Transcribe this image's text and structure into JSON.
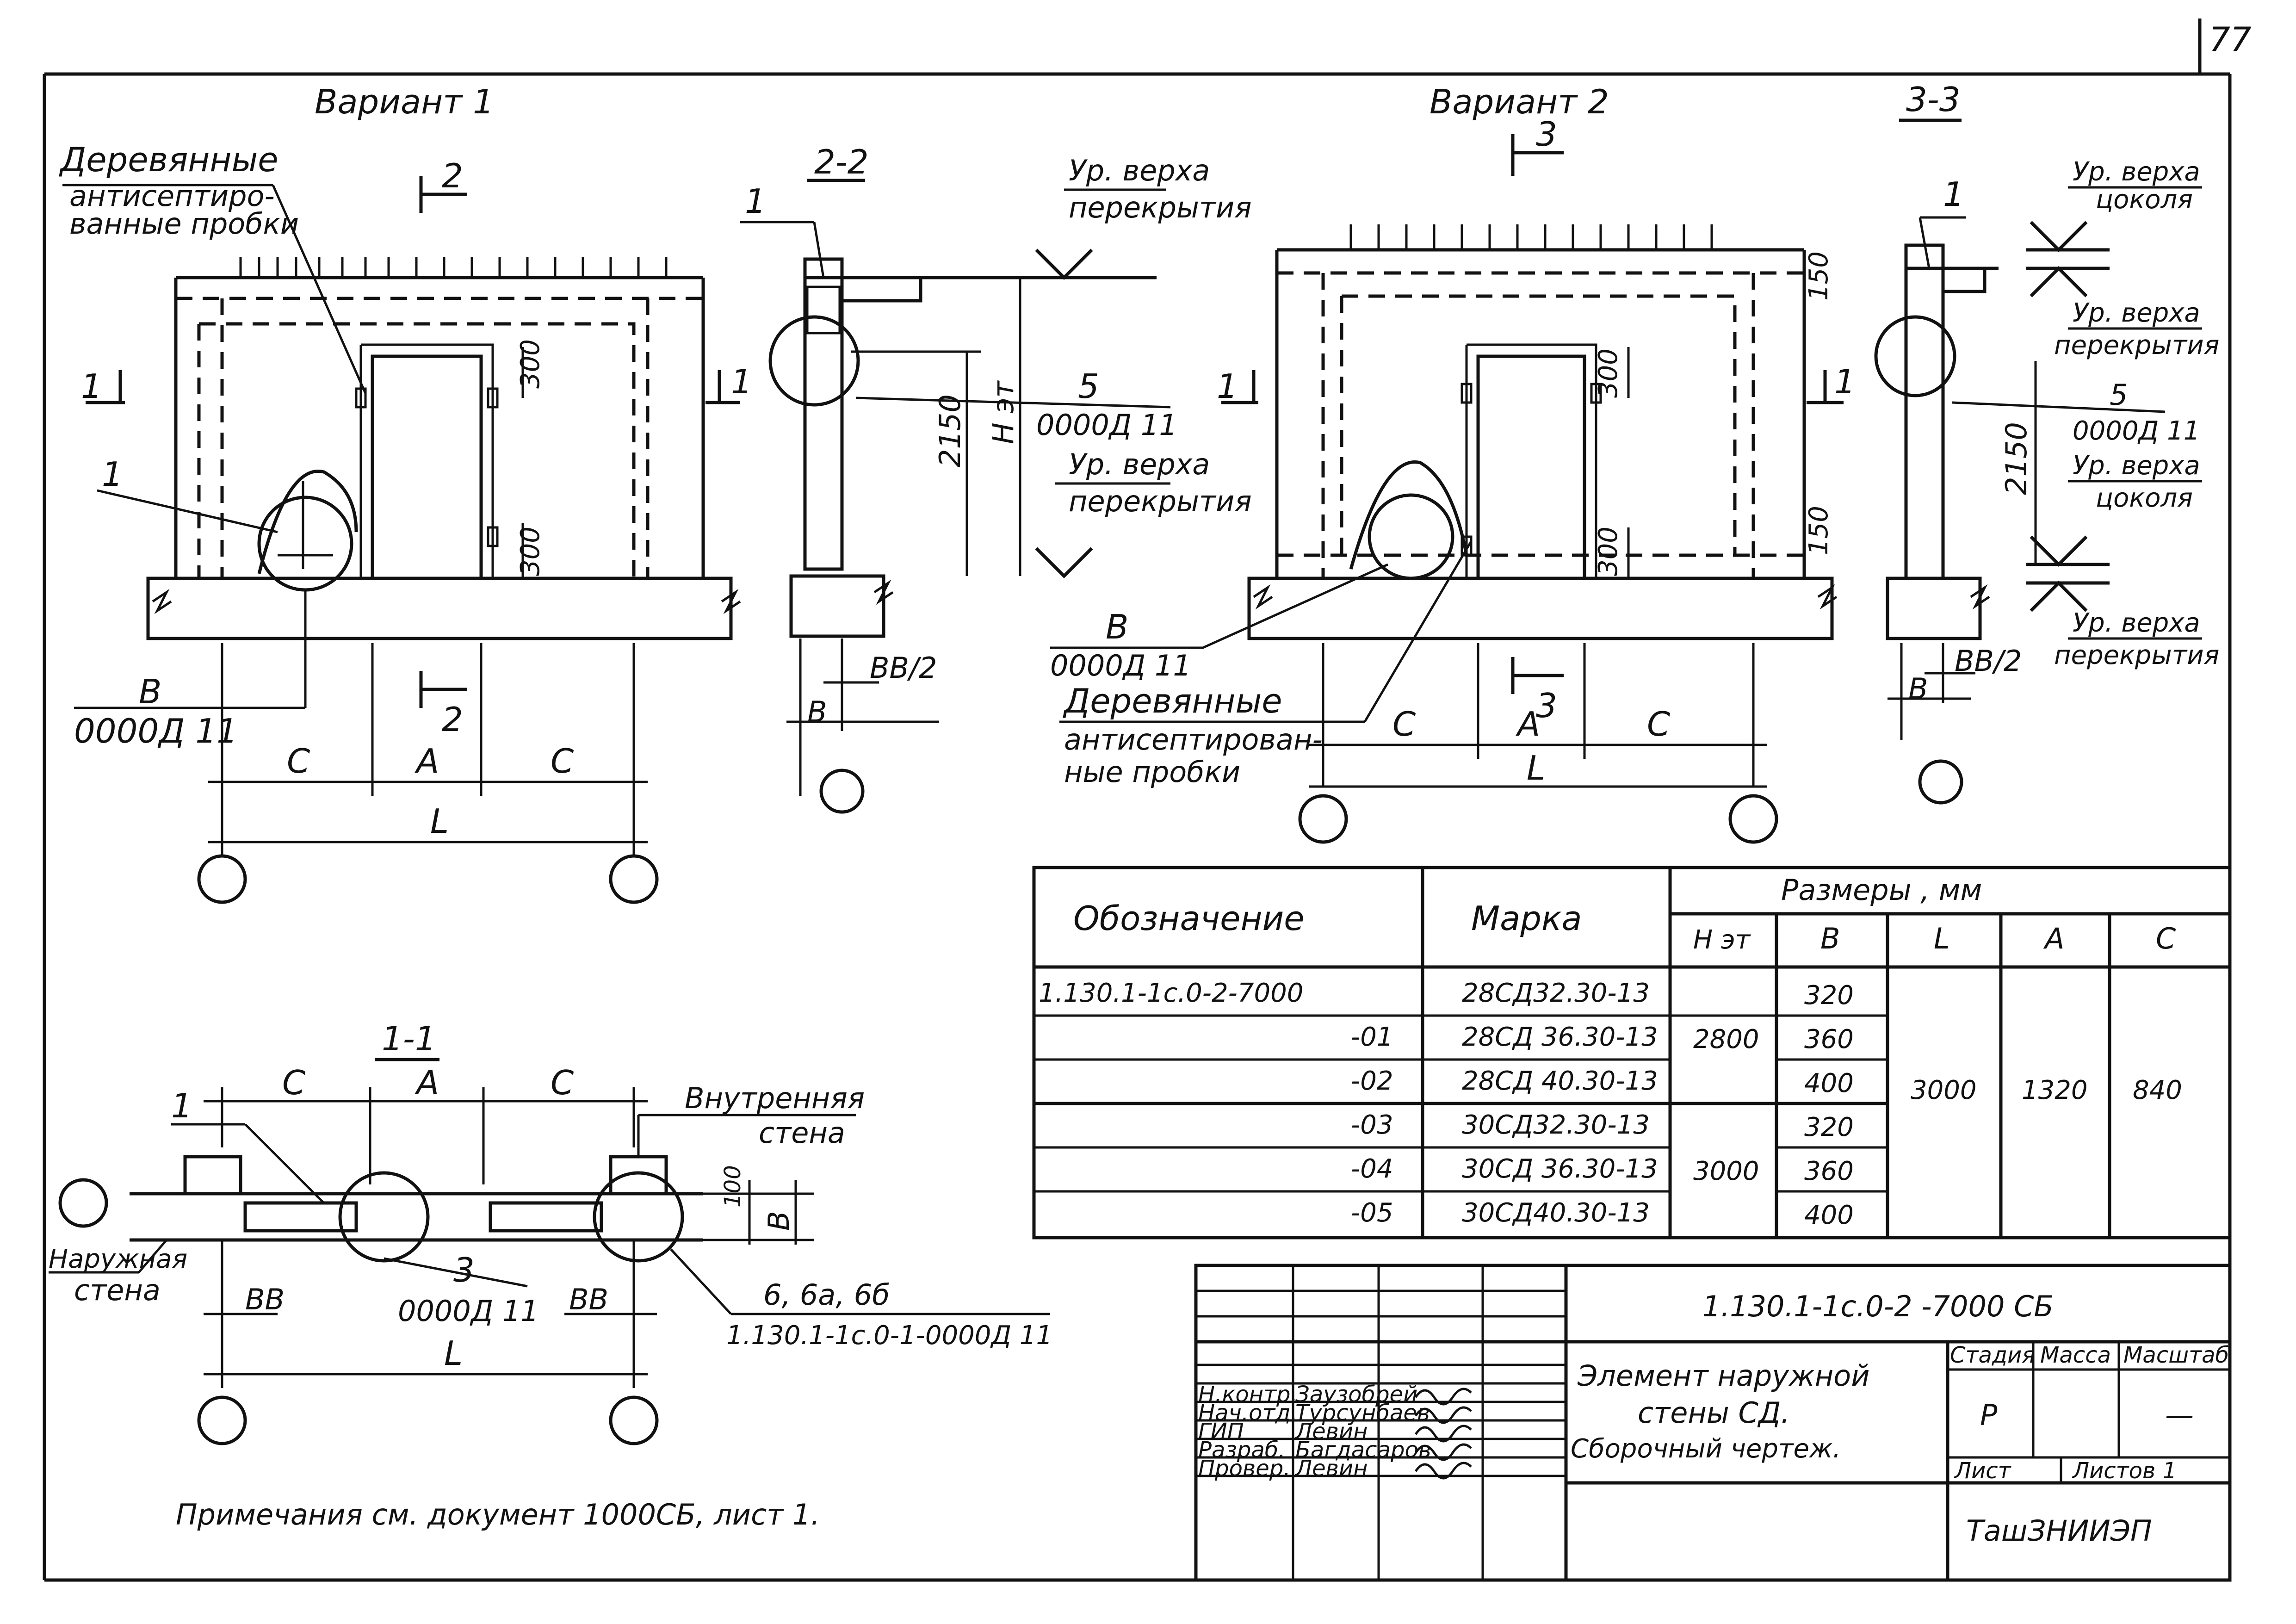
{
  "sheet_number": "77",
  "views": {
    "variant1": {
      "title": "Вариант 1"
    },
    "variant2": {
      "title": "Вариант 2"
    },
    "sec22": {
      "title": "2-2"
    },
    "sec33": {
      "title": "3-3"
    },
    "sec11": {
      "title": "1-1"
    }
  },
  "labels": {
    "wood_plugs_1": "Деревянные",
    "wood_plugs_2": "антисептиро-",
    "wood_plugs_3": "ванные пробки",
    "wood_plugs_b1": "Деревянные",
    "wood_plugs_b2": "антисептирован-",
    "wood_plugs_b3": "ные пробки",
    "lvl_top_floor_1": "Ур. верха",
    "lvl_top_floor_2": "перекрытия",
    "lvl_top_plinth_1": "Ур. верха",
    "lvl_top_plinth_2": "цоколя",
    "inner_wall_1": "Внутренняя",
    "inner_wall_2": "стена",
    "outer_wall_1": "Наружная",
    "outer_wall_2": "стена",
    "node_ref": "0000Д 11",
    "node_ref_long": "1.130.1-1с.0-1-0000Д 11",
    "node_6": "6, 6а, 6б"
  },
  "dims": {
    "d300": "300",
    "d2150": "2150",
    "d150": "150",
    "d100": "100",
    "het": "H эт",
    "B": "B",
    "BB2": "BB/2",
    "BB": "BB",
    "C": "C",
    "A": "A",
    "L": "L",
    "n1": "1",
    "n2": "2",
    "n3": "3",
    "n5": "5"
  },
  "table": {
    "headers": {
      "designation": "Обозначение",
      "mark": "Марка",
      "sizes": "Размеры , мм",
      "het": "H эт",
      "b": "B",
      "l": "L",
      "a": "A",
      "c": "C"
    },
    "rows": [
      {
        "designation": "1.130.1-1с.0-2-7000",
        "mark": "28СД32.30-13",
        "b": "320"
      },
      {
        "designation": "-01",
        "mark": "28СД 36.30-13",
        "b": "360"
      },
      {
        "designation": "-02",
        "mark": "28СД 40.30-13",
        "b": "400"
      },
      {
        "designation": "-03",
        "mark": "30СД32.30-13",
        "b": "320"
      },
      {
        "designation": "-04",
        "mark": "30СД 36.30-13",
        "b": "360"
      },
      {
        "designation": "-05",
        "mark": "30СД40.30-13",
        "b": "400"
      }
    ],
    "het_group1": "2800",
    "het_group2": "3000",
    "l": "3000",
    "a": "1320",
    "c": "840"
  },
  "title_block": {
    "doc_code": "1.130.1-1с.0-2 -7000 СБ",
    "title_line1": "Элемент наружной",
    "title_line2": "стены СД.",
    "title_line3": "Сборочный чертеж.",
    "stage_label": "Стадия",
    "mass_label": "Масса",
    "scale_label": "Масштаб",
    "stage_value": "Р",
    "scale_value": "—",
    "sheet_label": "Лист",
    "sheets_label": "Листов 1",
    "organization": "ТашЗНИИЭП",
    "roles": [
      {
        "role": "Н.контр.",
        "name": "Заузобрей"
      },
      {
        "role": "Нач.отд.",
        "name": "Турсунбаев"
      },
      {
        "role": "ГИП",
        "name": "Левин"
      },
      {
        "role": "Разраб.",
        "name": "Багдасаров"
      },
      {
        "role": "Провер.",
        "name": "Левин"
      }
    ]
  },
  "note": "Примечания см. документ 1000СБ, лист 1."
}
